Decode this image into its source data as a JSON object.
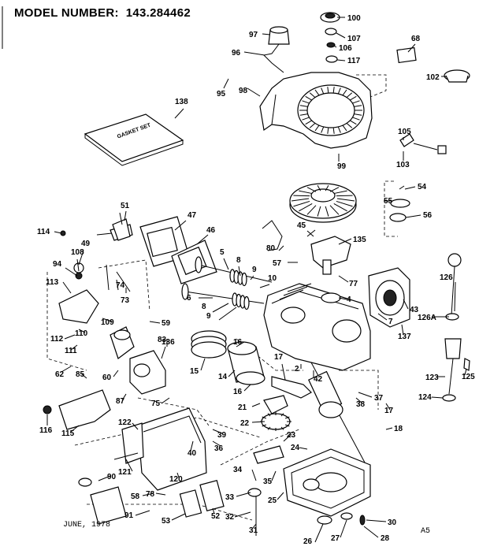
{
  "header": {
    "model_label": "MODEL NUMBER:",
    "model_number": "143.284462"
  },
  "footer": {
    "date": "JUNE, 1978",
    "page_code": "A5"
  },
  "gasket_set_text": "GASKET SET",
  "part_labels": [
    "100",
    "107",
    "106",
    "117",
    "97",
    "96",
    "68",
    "95",
    "98",
    "102",
    "138",
    "105",
    "103",
    "99",
    "54",
    "55",
    "56",
    "51",
    "47",
    "114",
    "49",
    "46",
    "45",
    "135",
    "80",
    "108",
    "5",
    "8",
    "9",
    "10",
    "57",
    "94",
    "113",
    "74",
    "73",
    "6",
    "8",
    "9",
    "77",
    "126",
    "4",
    "43",
    "126A",
    "109",
    "59",
    "110",
    "7",
    "137",
    "112",
    "111",
    "83",
    "136",
    "16",
    "15",
    "17",
    "62",
    "85",
    "14",
    "2",
    "42",
    "37",
    "123",
    "125",
    "60",
    "87",
    "16",
    "75",
    "38",
    "21",
    "17",
    "124",
    "116",
    "115",
    "122",
    "22",
    "18",
    "39",
    "36",
    "23",
    "40",
    "24",
    "121",
    "90",
    "34",
    "35",
    "120",
    "78",
    "33",
    "25",
    "58",
    "53",
    "52",
    "91",
    "32",
    "30",
    "31",
    "26",
    "27",
    "28"
  ]
}
